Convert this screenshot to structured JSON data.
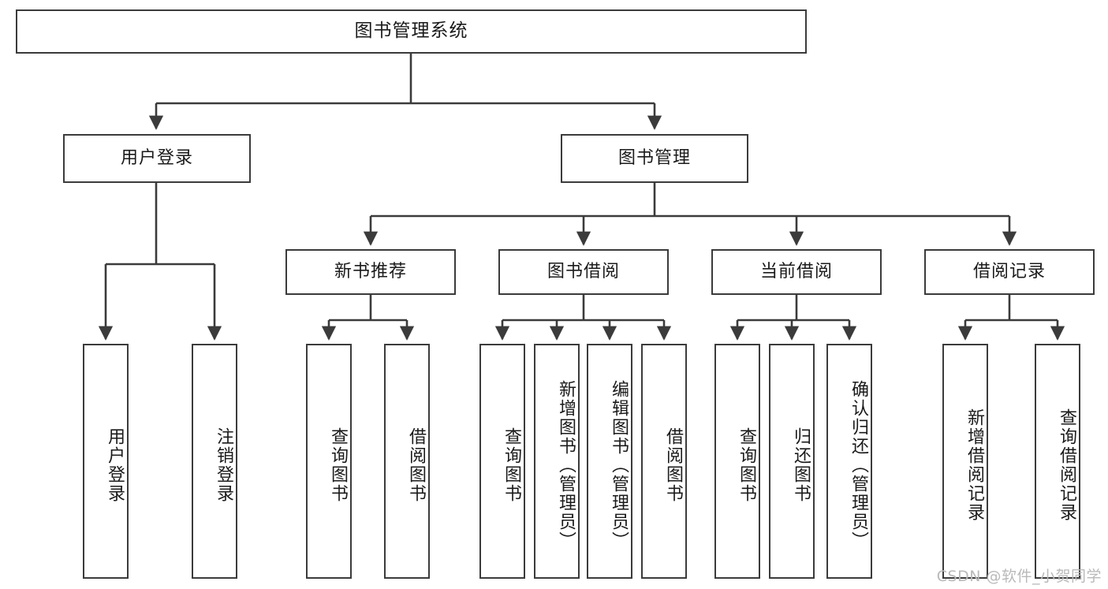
{
  "diagram": {
    "title": "图书管理系统",
    "type": "tree",
    "watermark": "CSDN @软件_小贺同学",
    "colors": {
      "box_border": "#3b3b3b",
      "box_fill": "#ffffff",
      "line": "#3b3b3b",
      "watermark": "#b9b9b9"
    },
    "root": {
      "label": "图书管理系统"
    },
    "level2": [
      {
        "label": "用户登录"
      },
      {
        "label": "图书管理"
      }
    ],
    "level3": [
      {
        "label": "新书推荐"
      },
      {
        "label": "图书借阅"
      },
      {
        "label": "当前借阅"
      },
      {
        "label": "借阅记录"
      }
    ],
    "leaves": {
      "user_login": [
        {
          "label": "用户登录"
        },
        {
          "label": "注销登录"
        }
      ],
      "new_book": [
        {
          "label": "查询图书"
        },
        {
          "label": "借阅图书"
        }
      ],
      "book_borrow": [
        {
          "label": "查询图书"
        },
        {
          "label": "新增图书（管理员）"
        },
        {
          "label": "编辑图书（管理员）"
        },
        {
          "label": "借阅图书"
        }
      ],
      "current_borrow": [
        {
          "label": "查询图书"
        },
        {
          "label": "归还图书"
        },
        {
          "label": "确认归还（管理员）"
        }
      ],
      "borrow_record": [
        {
          "label": "新增借阅记录"
        },
        {
          "label": "查询借阅记录"
        }
      ]
    }
  }
}
